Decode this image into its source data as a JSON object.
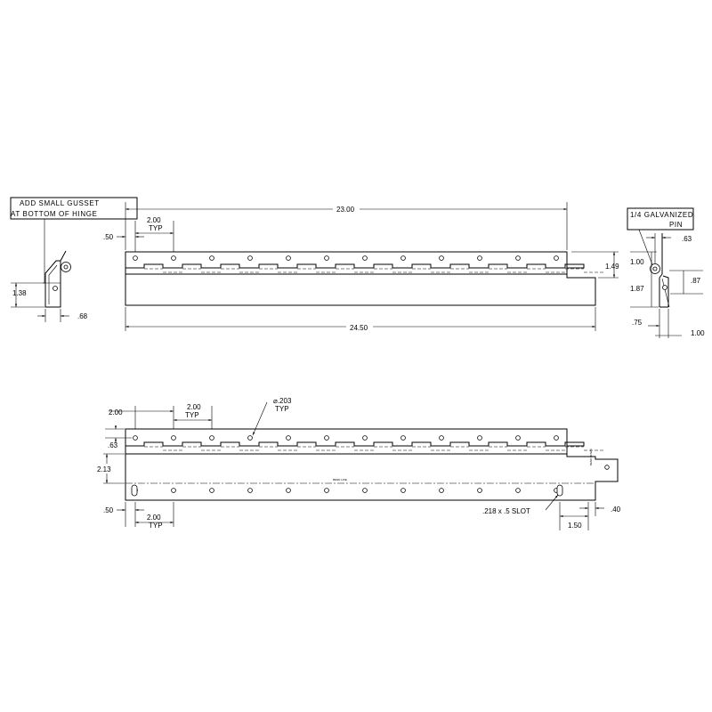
{
  "notes": {
    "gusset_line1": "ADD SMALL GUSSET",
    "gusset_line2": "AT BOTTOM OF HINGE",
    "pin_line1": "1/4 GALVANIZED",
    "pin_line2": "PIN",
    "hole_dia_line1": "⌀.203",
    "hole_dia_line2": "TYP",
    "slot": ".218 x .5 SLOT",
    "bend_line": "BEND LINE",
    "bend_side": "BEND DOWN"
  },
  "front_view": {
    "overall_top": "23.00",
    "overall_bottom": "24.50",
    "pitch": "2.00",
    "pitch_typ": "TYP",
    "edge": ".50",
    "height": "1.49"
  },
  "left_view": {
    "height": "1.38",
    "width": ".68"
  },
  "right_view": {
    "top_offset": ".63",
    "upper": "1.00",
    "lower": "1.87",
    "right": ".87",
    "bottom_left": ".75",
    "bottom_right": "1.00"
  },
  "flat_view": {
    "first": "2.00",
    "pitch": "2.00",
    "pitch_typ": "TYP",
    "top_offset": ".63",
    "bend_height": "2.13",
    "edge": ".50",
    "bottom_pitch": "2.00",
    "bottom_typ": "TYP",
    "end_offset": "1.50",
    "end_edge": ".40"
  }
}
